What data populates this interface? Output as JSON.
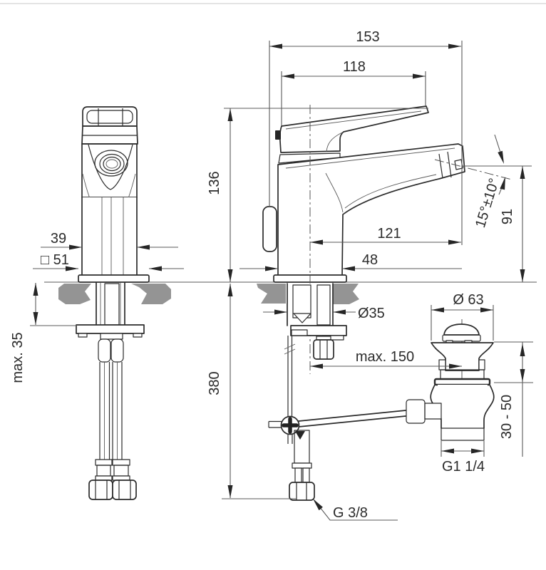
{
  "labels": {
    "total_depth": "153",
    "handle_depth": "118",
    "body_height": "136",
    "top_width": "39",
    "base_width": "□ 51",
    "spout_reach": "121",
    "base_depth": "48",
    "spout_angle": "15°±10°",
    "outlet_height": "91",
    "shank_diameter": "Ø35",
    "waste_diameter": "Ø 63",
    "rod_distance": "max. 150",
    "deck_thickness": "max. 35",
    "under_height": "380",
    "clamping_range": "30 - 50",
    "waste_thread": "G1 1/4",
    "hose_thread": "G 3/8"
  },
  "colors": {
    "object_line": "#2b2b2b",
    "dimension_line": "#595959",
    "counter_fill": "#949494",
    "page_border": "#dcdcdc"
  }
}
